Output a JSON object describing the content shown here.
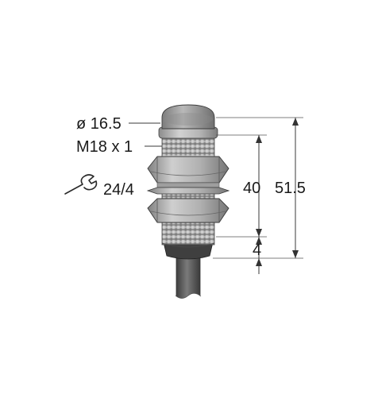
{
  "labels": {
    "diameter": "ø 16.5",
    "thread": "M18 x 1",
    "wrench": "24/4",
    "length_40": "40",
    "length_51_5": "51.5",
    "length_4": "4"
  },
  "icons": {
    "wrench": "wrench-icon"
  },
  "colors": {
    "body_metal": "#a9a9a9",
    "cap": "#9a9a9a",
    "cable": "#5a5a5a",
    "lines": "#3a3a3a"
  }
}
